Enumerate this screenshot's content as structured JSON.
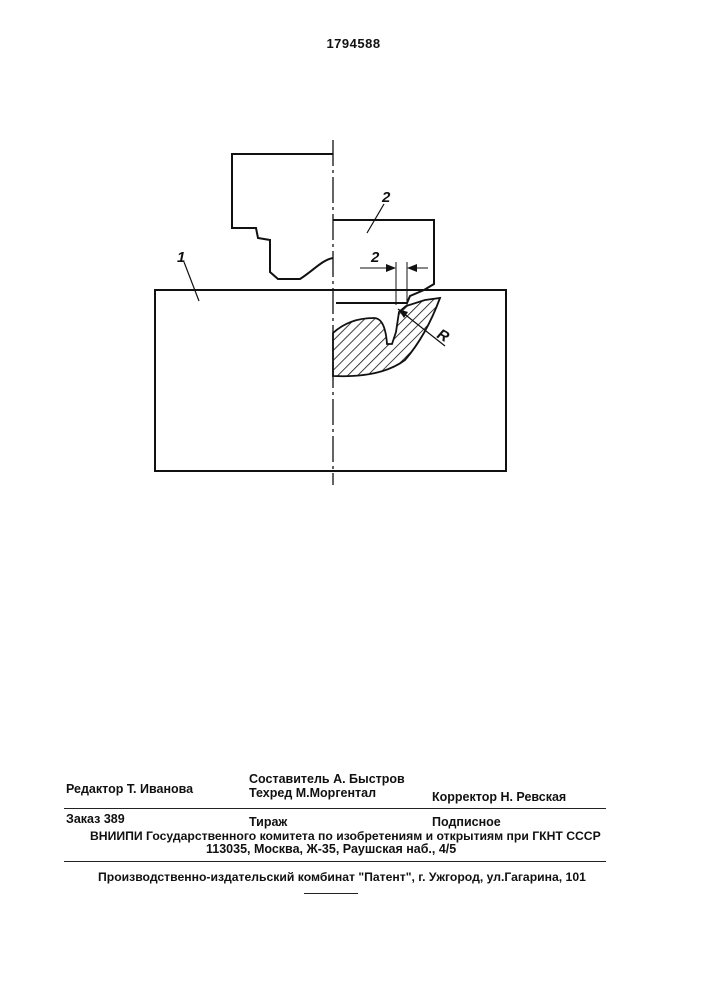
{
  "document": {
    "patent_number": "1794588"
  },
  "drawing": {
    "labels": {
      "part1": "1",
      "part2": "2",
      "dim": "2",
      "radius": "R"
    }
  },
  "imprint": {
    "editor": "Редактор Т. Иванова",
    "compiler": "Составитель А. Быстров",
    "techred": "Техред М.Моргентал",
    "corrector": "Корректор Н. Ревская",
    "order": "Заказ 389",
    "circulation": "Тираж",
    "subscription": "Подписное",
    "org": "ВНИИПИ Государственного комитета по изобретениям и открытиям при ГКНТ СССР",
    "address": "113035, Москва, Ж-35, Раушская наб., 4/5",
    "publisher": "Производственно-издательский комбинат \"Патент\", г. Ужгород, ул.Гагарина, 101"
  }
}
